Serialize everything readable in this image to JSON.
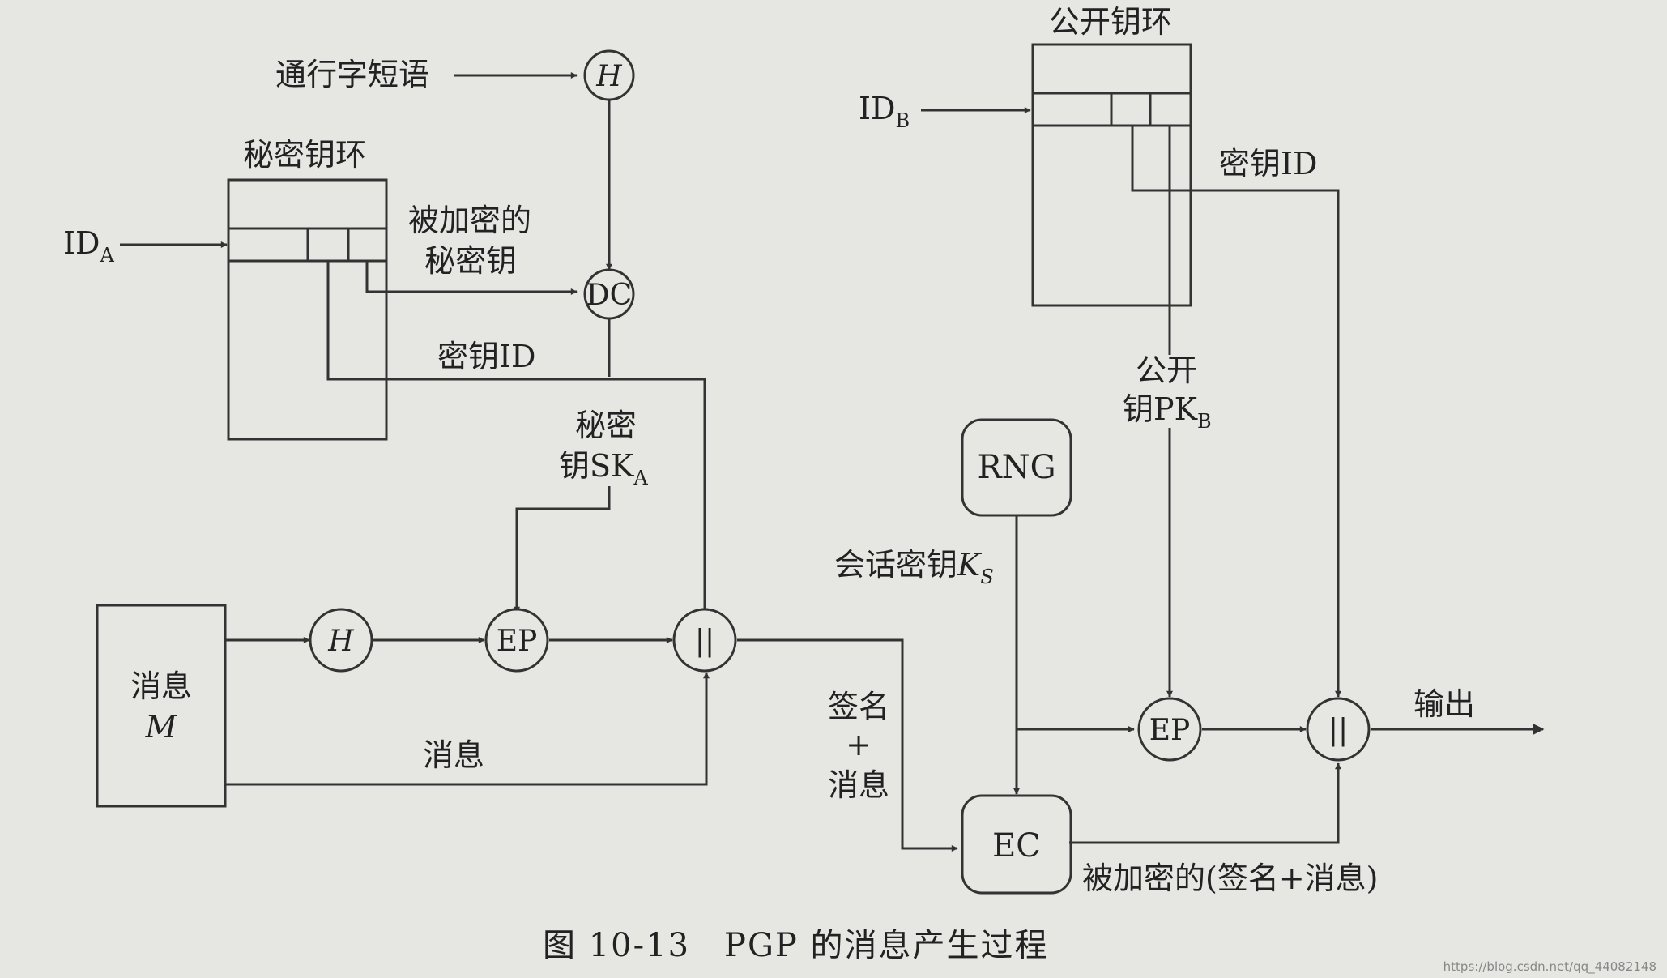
{
  "labels": {
    "passphrase": "通行字短语",
    "private_keyring": "秘密钥环",
    "public_keyring": "公开钥环",
    "id_a_main": "ID",
    "id_a_sub": "A",
    "id_b_main": "ID",
    "id_b_sub": "B",
    "encrypted_private_key_1": "被加密的",
    "encrypted_private_key_2": "秘密钥",
    "key_id_left": "密钥ID",
    "key_id_right": "密钥ID",
    "private_key_1": "秘密",
    "private_key_2_main": "钥SK",
    "private_key_2_sub": "A",
    "public_key_1": "公开",
    "public_key_2_main": "钥PK",
    "public_key_2_sub": "B",
    "session_key_main": "会话密钥",
    "session_key_k": "K",
    "session_key_sub": "S",
    "message_box_1": "消息",
    "message_box_2": "M",
    "message_line": "消息",
    "sig_msg_1": "签名",
    "sig_msg_2": "+",
    "sig_msg_3": "消息",
    "encrypted_sig_msg": "被加密的(签名+消息)",
    "output": "输出",
    "caption": "图 10-13　PGP 的消息产生过程",
    "watermark": "https://blog.csdn.net/qq_44082148"
  },
  "nodes": {
    "hash_top": "H",
    "decrypt": "DC",
    "hash_msg": "H",
    "encrypt_private": "EP",
    "concat_left": "||",
    "rng": "RNG",
    "encrypt_public": "EP",
    "concat_right": "||",
    "encrypt_conv": "EC"
  }
}
